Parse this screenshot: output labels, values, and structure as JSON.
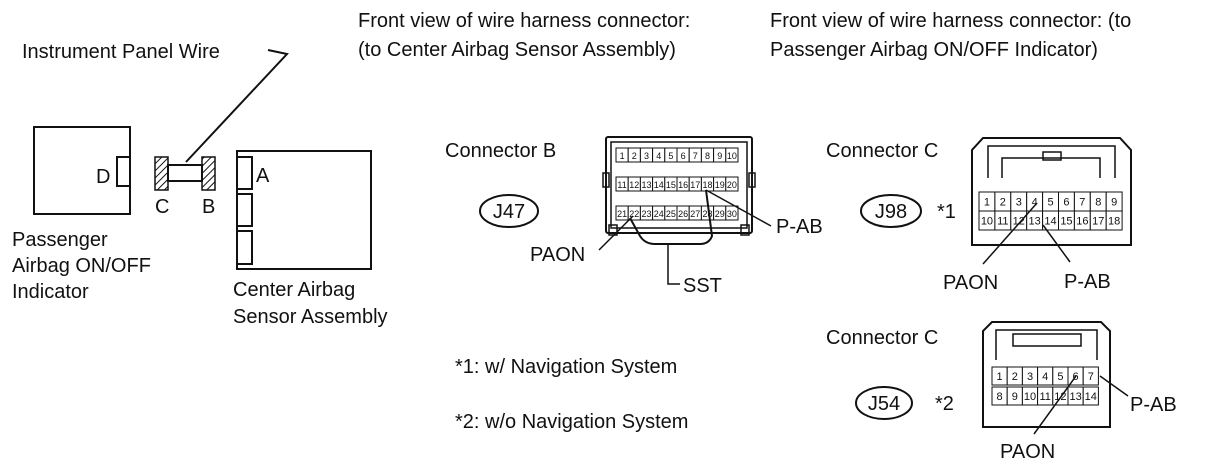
{
  "heading_b_line1": "Front view of wire harness connector:",
  "heading_b_line2": "(to Center Airbag Sensor Assembly)",
  "heading_c_line1": "Front view of wire harness connector: (to",
  "heading_c_line2": "Passenger Airbag ON/OFF Indicator)",
  "instrument_panel_wire": "Instrument Panel Wire",
  "indicator_label": [
    "Passenger",
    "Airbag ON/OFF",
    "Indicator"
  ],
  "sensor_label": [
    "Center Airbag",
    "Sensor Assembly"
  ],
  "connector_letters": {
    "D": "D",
    "C": "C",
    "B": "B",
    "A": "A"
  },
  "connector_b": {
    "title": "Connector B",
    "code": "J47",
    "pins": [
      [
        "1",
        "2",
        "3",
        "4",
        "5",
        "6",
        "7",
        "8",
        "9",
        "10"
      ],
      [
        "11",
        "12",
        "13",
        "14",
        "15",
        "16",
        "17",
        "18",
        "19",
        "20"
      ],
      [
        "21",
        "22",
        "23",
        "24",
        "25",
        "26",
        "27",
        "28",
        "29",
        "30"
      ]
    ],
    "label_paon": "PAON",
    "label_pab": "P-AB",
    "label_sst": "SST"
  },
  "connector_c_j98": {
    "title": "Connector C",
    "code": "J98",
    "note": "*1",
    "pins": [
      [
        "1",
        "2",
        "3",
        "4",
        "5",
        "6",
        "7",
        "8",
        "9"
      ],
      [
        "10",
        "11",
        "12",
        "13",
        "14",
        "15",
        "16",
        "17",
        "18"
      ]
    ],
    "label_paon": "PAON",
    "label_pab": "P-AB"
  },
  "connector_c_j54": {
    "title": "Connector C",
    "code": "J54",
    "note": "*2",
    "pins": [
      [
        "1",
        "2",
        "3",
        "4",
        "5",
        "6",
        "7"
      ],
      [
        "8",
        "9",
        "10",
        "11",
        "12",
        "13",
        "14"
      ]
    ],
    "label_paon": "PAON",
    "label_pab": "P-AB"
  },
  "footnotes": [
    "*1: w/ Navigation System",
    "*2: w/o Navigation System"
  ]
}
